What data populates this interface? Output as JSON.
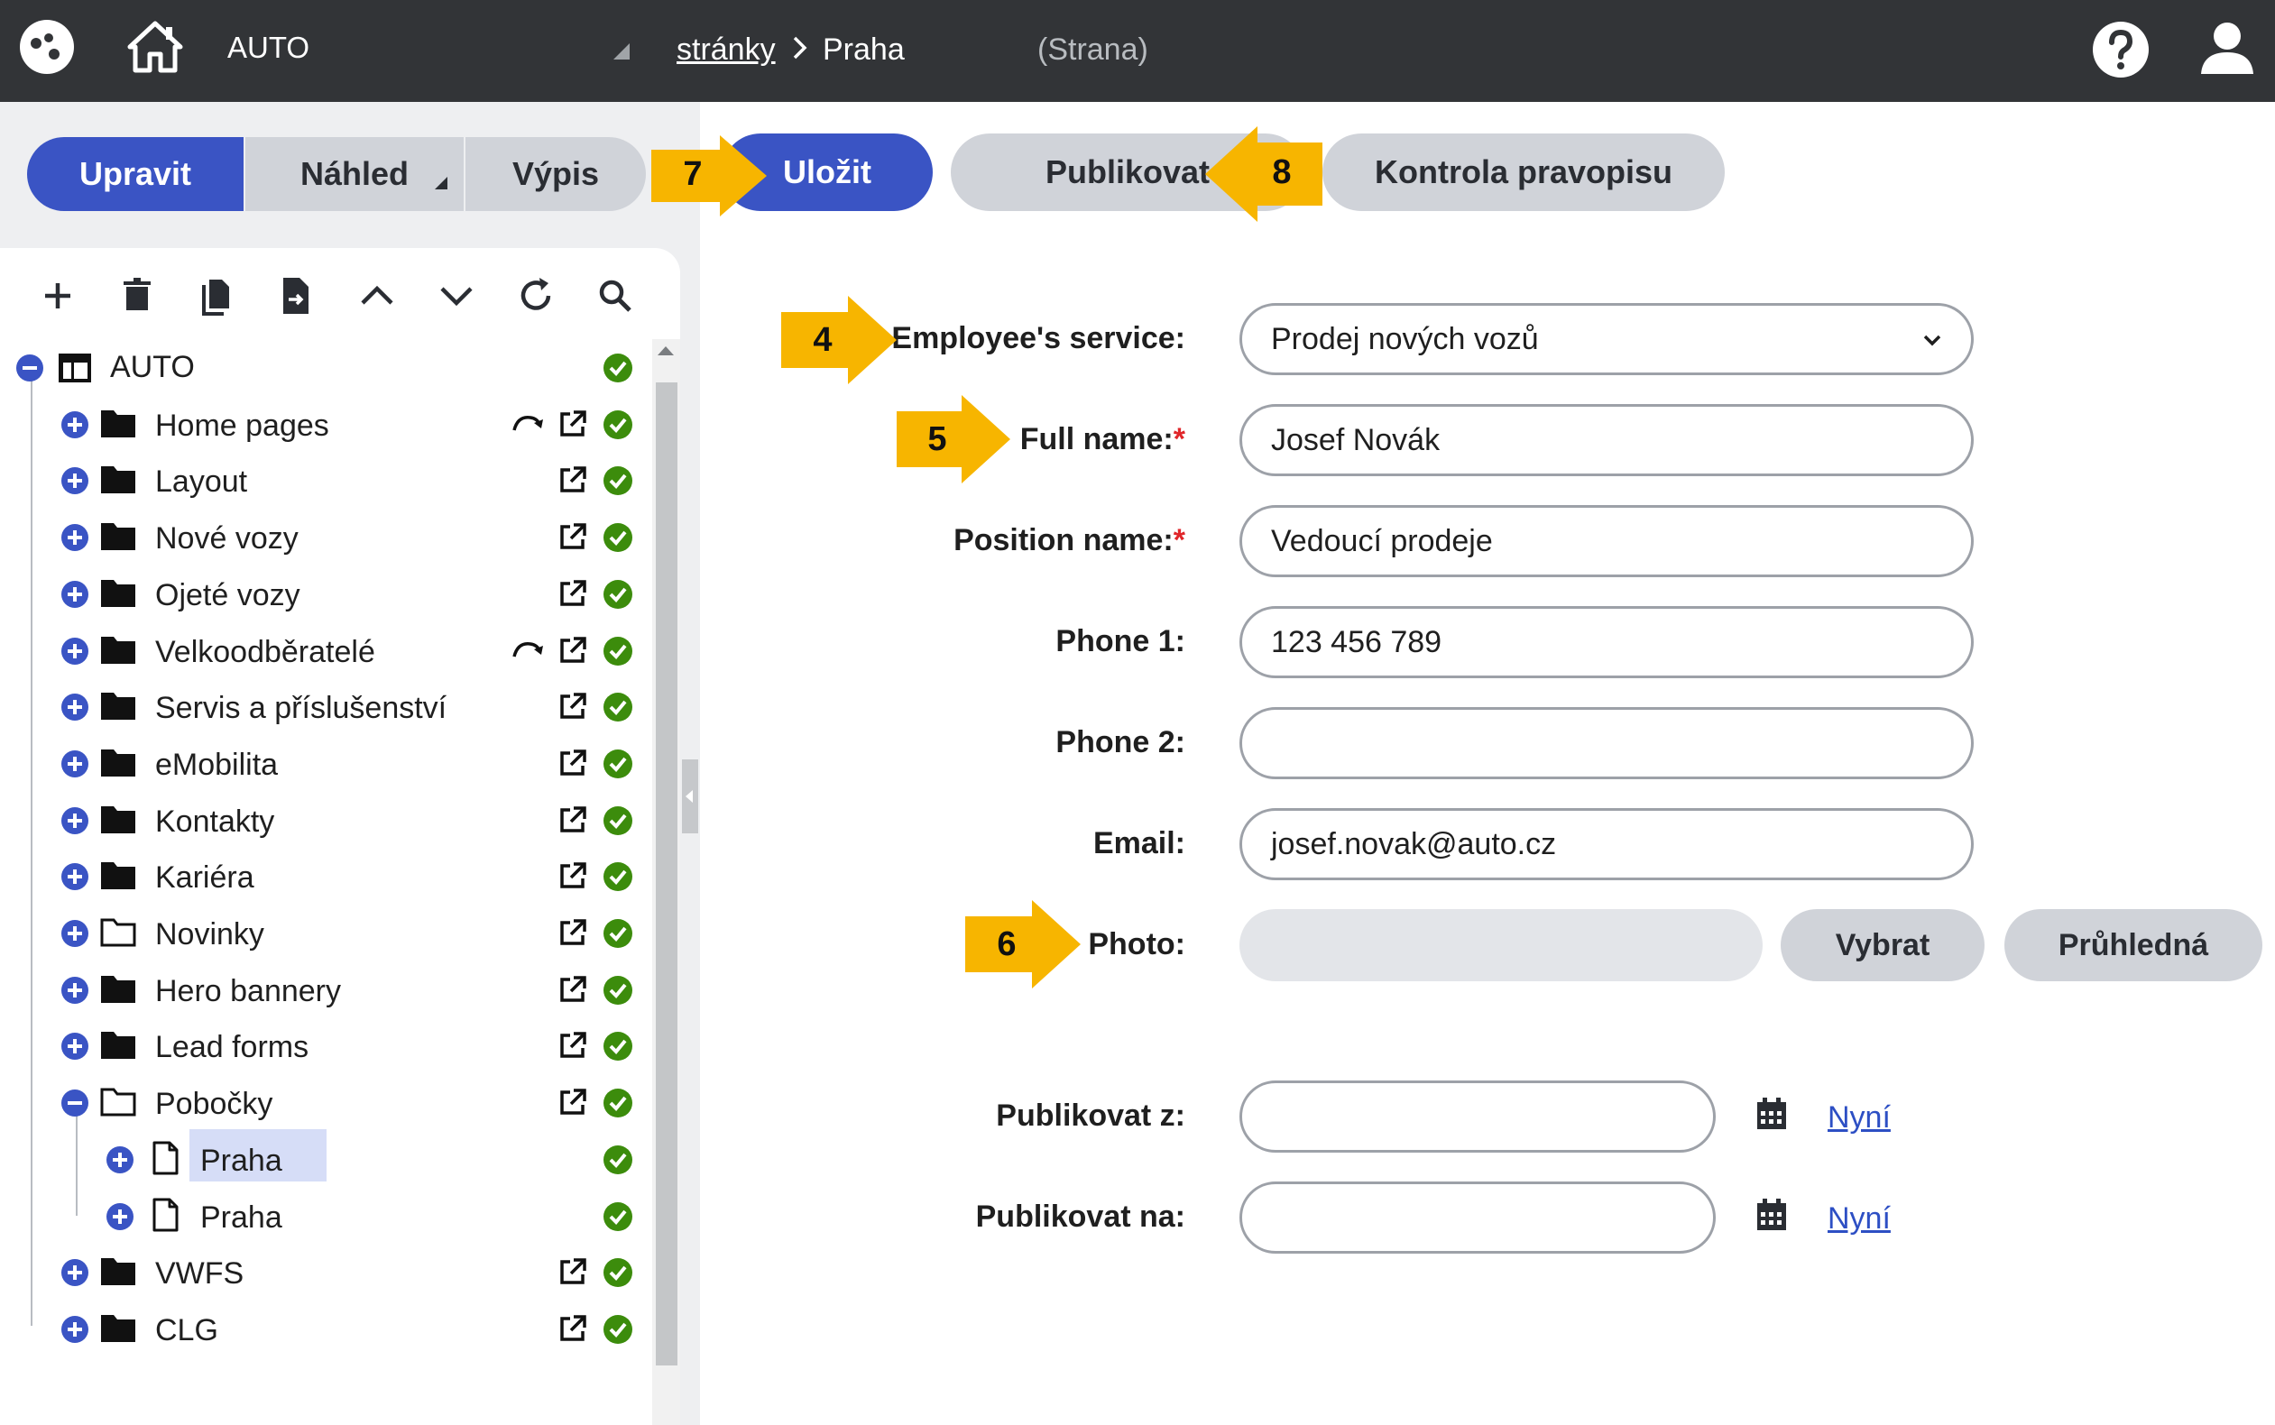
{
  "topbar": {
    "site": "AUTO",
    "breadcrumb_link": "stránky",
    "breadcrumb_current": "Praha",
    "page_type": "(Strana)"
  },
  "view_tabs": {
    "edit": "Upravit",
    "preview": "Náhled",
    "list": "Výpis"
  },
  "actions": {
    "save": "Uložit",
    "publish": "Publikovat",
    "spellcheck": "Kontrola pravopisu"
  },
  "callouts": [
    "4",
    "5",
    "6",
    "7",
    "8"
  ],
  "tree": {
    "root": "AUTO",
    "items": [
      {
        "label": "Home pages",
        "redirect": true,
        "external": true,
        "status": "ok"
      },
      {
        "label": "Layout",
        "redirect": false,
        "external": true,
        "status": "ok"
      },
      {
        "label": "Nové vozy",
        "redirect": false,
        "external": true,
        "status": "ok"
      },
      {
        "label": "Ojeté vozy",
        "redirect": false,
        "external": true,
        "status": "ok"
      },
      {
        "label": "Velkoodběratelé",
        "redirect": true,
        "external": true,
        "status": "ok"
      },
      {
        "label": "Servis a příslušenství",
        "redirect": false,
        "external": true,
        "status": "ok"
      },
      {
        "label": "eMobilita",
        "redirect": false,
        "external": true,
        "status": "ok"
      },
      {
        "label": "Kontakty",
        "redirect": false,
        "external": true,
        "status": "ok"
      },
      {
        "label": "Kariéra",
        "redirect": false,
        "external": true,
        "status": "ok"
      },
      {
        "label": "Novinky",
        "redirect": false,
        "external": true,
        "status": "ok"
      },
      {
        "label": "Hero bannery",
        "redirect": false,
        "external": true,
        "status": "ok"
      },
      {
        "label": "Lead forms",
        "redirect": false,
        "external": true,
        "status": "ok"
      },
      {
        "label": "Pobočky",
        "redirect": false,
        "external": true,
        "status": "ok"
      },
      {
        "label": "Praha",
        "redirect": false,
        "external": false,
        "status": "ok"
      },
      {
        "label": "Praha",
        "redirect": false,
        "external": false,
        "status": "ok"
      },
      {
        "label": "VWFS",
        "redirect": false,
        "external": true,
        "status": "ok"
      },
      {
        "label": "CLG",
        "redirect": false,
        "external": true,
        "status": "ok"
      }
    ]
  },
  "form": {
    "service_label": "Employee's service:",
    "service_value": "Prodej nových vozů",
    "fullname_label": "Full name:",
    "fullname_value": "Josef Novák",
    "position_label": "Position name:",
    "position_value": "Vedoucí prodeje",
    "phone1_label": "Phone 1:",
    "phone1_value": "123 456 789",
    "phone2_label": "Phone 2:",
    "phone2_value": "",
    "email_label": "Email:",
    "email_value": "josef.novak@auto.cz",
    "photo_label": "Photo:",
    "photo_pick": "Vybrat",
    "photo_clear": "Průhledná",
    "required_mark": "*",
    "publish_from_label": "Publikovat z:",
    "publish_to_label": "Publikovat na:",
    "now_link": "Nyní"
  },
  "colors": {
    "topbar": "#323437",
    "primary": "#3a54c4",
    "secondary": "#d0d3d9",
    "callout": "#f7b500",
    "status_ok": "#3c8c0c",
    "required": "#e0262a"
  }
}
